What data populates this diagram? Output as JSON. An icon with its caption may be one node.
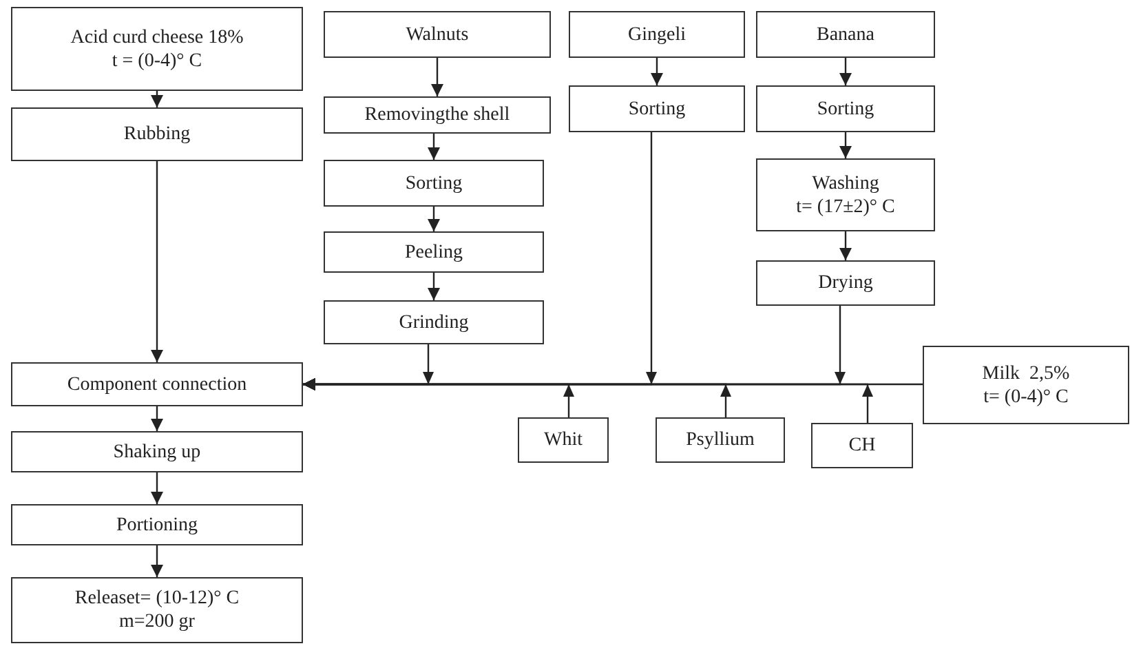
{
  "diagram": {
    "nodes": [
      {
        "text": [
          "Acid curd cheese 18%",
          "t = (0-4)° C"
        ]
      },
      {
        "text": [
          "Rubbing"
        ]
      },
      {
        "text": [
          "Walnuts"
        ]
      },
      {
        "text": [
          "Removingthe shell"
        ]
      },
      {
        "text": [
          "Sorting"
        ]
      },
      {
        "text": [
          "Peeling"
        ]
      },
      {
        "text": [
          "Grinding"
        ]
      },
      {
        "text": [
          "Gingeli"
        ]
      },
      {
        "text": [
          "Sorting"
        ]
      },
      {
        "text": [
          "Banana"
        ]
      },
      {
        "text": [
          "Sorting"
        ]
      },
      {
        "text": [
          "Washing",
          "t= (17±2)° C"
        ]
      },
      {
        "text": [
          "Drying"
        ]
      },
      {
        "text": [
          "Component connection"
        ]
      },
      {
        "text": [
          "Shaking up"
        ]
      },
      {
        "text": [
          "Portioning"
        ]
      },
      {
        "text": [
          "Releaset= (10-12)° C",
          "m=200 gr"
        ]
      },
      {
        "text": [
          "Whit"
        ]
      },
      {
        "text": [
          "Psyllium"
        ]
      },
      {
        "text": [
          "CH"
        ]
      },
      {
        "text": [
          "Milk  2,5%",
          "t= (0-4)° C"
        ]
      }
    ],
    "edges": [
      {
        "from": 0,
        "to": 1,
        "arrow": "to"
      },
      {
        "from": 1,
        "to": 13,
        "arrow": "to"
      },
      {
        "from": 2,
        "to": 3,
        "arrow": "to"
      },
      {
        "from": 3,
        "to": 4,
        "arrow": "to"
      },
      {
        "from": 4,
        "to": 5,
        "arrow": "to"
      },
      {
        "from": 5,
        "to": 6,
        "arrow": "to"
      },
      {
        "from": 6,
        "to": 13,
        "arrow": "to"
      },
      {
        "from": 7,
        "to": 8,
        "arrow": "to"
      },
      {
        "from": 8,
        "to": 13,
        "arrow": "to"
      },
      {
        "from": 9,
        "to": 10,
        "arrow": "to"
      },
      {
        "from": 10,
        "to": 11,
        "arrow": "to"
      },
      {
        "from": 11,
        "to": 12,
        "arrow": "to"
      },
      {
        "from": 12,
        "to": 13,
        "arrow": "to"
      },
      {
        "from": 17,
        "to": 13,
        "arrow": "to"
      },
      {
        "from": 18,
        "to": 13,
        "arrow": "to"
      },
      {
        "from": 19,
        "to": 13,
        "arrow": "to"
      },
      {
        "from": 20,
        "to": 13,
        "arrow": "to"
      },
      {
        "from": 13,
        "to": 14,
        "arrow": "to"
      },
      {
        "from": 14,
        "to": 15,
        "arrow": "to"
      },
      {
        "from": 15,
        "to": 16,
        "arrow": "to"
      }
    ]
  }
}
